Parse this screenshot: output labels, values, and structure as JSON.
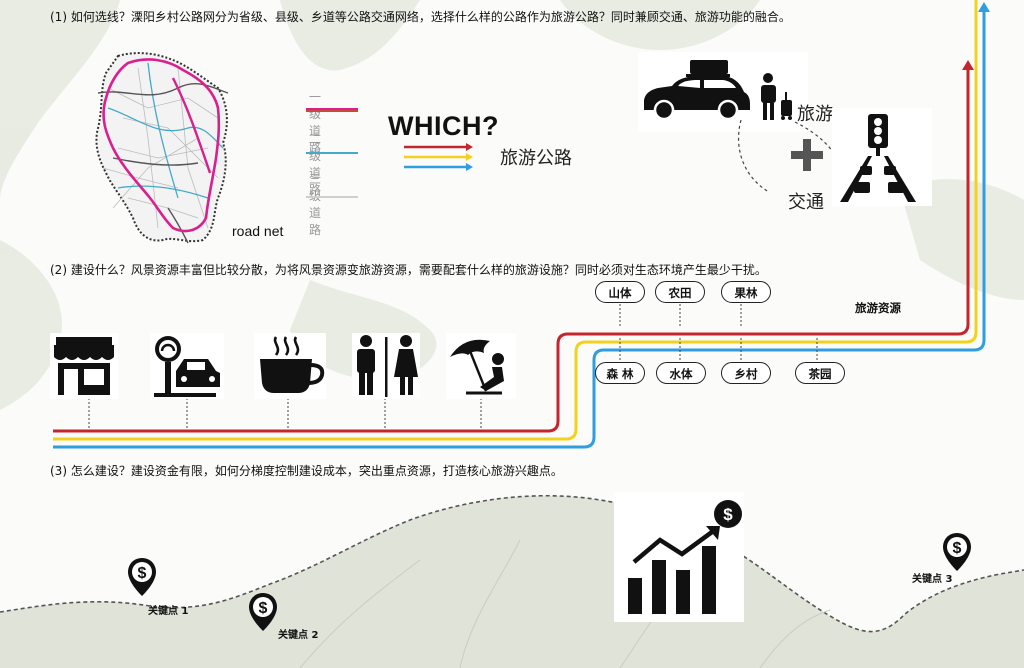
{
  "questions": {
    "q1": "(1) 如何选线？溧阳乡村公路网分为省级、县级、乡道等公路交通网络，选择什么样的公路作为旅游公路？同时兼顾交通、旅游功能的融合。",
    "q2": "(2)  建设什么？风景资源丰富但比较分散，为将风景资源变旅游资源，需要配套什么样的旅游设施？同时必须对生态环境产生最少干扰。",
    "q3": "(3)  怎么建设？建设资金有限，如何分梯度控制建设成本，突出重点资源，打造核心旅游兴趣点。"
  },
  "map": {
    "label": "road net"
  },
  "legend": [
    {
      "label": "一级道路",
      "color": "#c94a3b"
    },
    {
      "label": "二级道路",
      "color": "#d9208f"
    },
    {
      "label": "三级道路",
      "color": "#45a9c9"
    }
  ],
  "which": {
    "title": "WHICH?",
    "target": "旅游公路"
  },
  "fusion": {
    "tourism": "旅游",
    "plus": "+",
    "traffic": "交通"
  },
  "resources": {
    "title": "旅游资源",
    "top": [
      "山体",
      "农田",
      "果林"
    ],
    "bottom": [
      "森 林",
      "水体",
      "乡村",
      "茶园"
    ]
  },
  "facilities": [
    {
      "icon": "shop-icon"
    },
    {
      "icon": "parking-icon"
    },
    {
      "icon": "cafe-icon"
    },
    {
      "icon": "restroom-icon"
    },
    {
      "icon": "beach-icon"
    }
  ],
  "keypoints": [
    "关键点 1",
    "关键点 2",
    "关键点 3"
  ],
  "colors": {
    "red": "#c4262e",
    "yellow": "#f2d21e",
    "blue": "#2f9ee0",
    "magenta": "#d9208f"
  }
}
